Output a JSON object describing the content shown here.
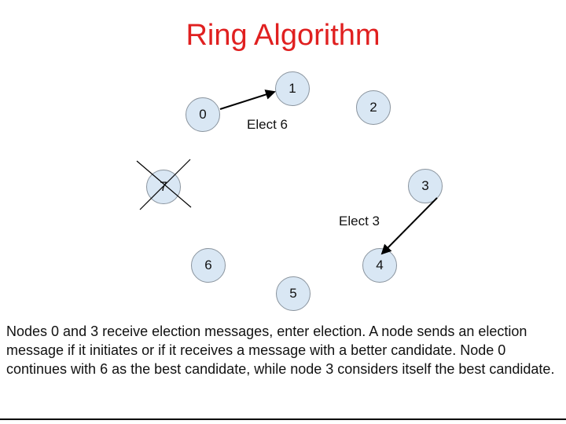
{
  "title": "Ring Algorithm",
  "colors": {
    "title_red": "#e02020",
    "node_fill": "#d9e7f4",
    "node_border": "#8a949e",
    "arrow_black": "#000000"
  },
  "diagram": {
    "nodes": [
      {
        "id": "0",
        "label": "0",
        "failed": false
      },
      {
        "id": "1",
        "label": "1",
        "failed": false
      },
      {
        "id": "2",
        "label": "2",
        "failed": false
      },
      {
        "id": "3",
        "label": "3",
        "failed": false
      },
      {
        "id": "4",
        "label": "4",
        "failed": false
      },
      {
        "id": "5",
        "label": "5",
        "failed": false
      },
      {
        "id": "6",
        "label": "6",
        "failed": false
      },
      {
        "id": "7",
        "label": "7",
        "failed": true
      }
    ],
    "messages": [
      {
        "label": "Elect 6",
        "from": "0",
        "to": "1"
      },
      {
        "label": "Elect 3",
        "from": "3",
        "to": "4"
      }
    ]
  },
  "caption": "Nodes 0 and 3 receive election messages, enter election. A node sends an election message if it initiates or if it receives a message with a better candidate. Node 0 continues with 6 as the best candidate, while node 3 considers itself the best candidate."
}
